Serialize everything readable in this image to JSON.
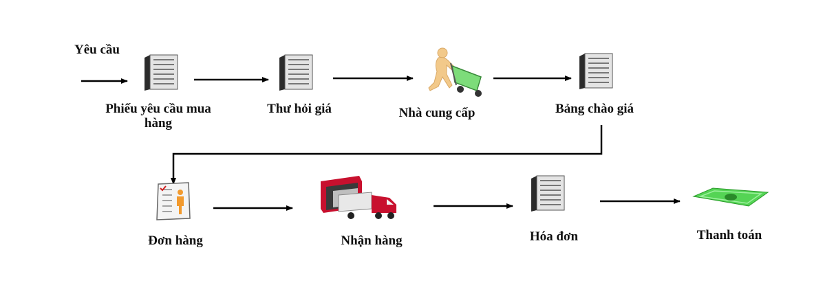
{
  "diagram": {
    "start_label": "Yêu cầu",
    "steps": [
      {
        "id": "purchase-request",
        "label": "Phiếu yêu cầu mua hàng",
        "icon": "document-icon"
      },
      {
        "id": "rfq",
        "label": "Thư hỏi giá",
        "icon": "document-icon"
      },
      {
        "id": "supplier",
        "label": "Nhà cung cấp",
        "icon": "person-cart-icon"
      },
      {
        "id": "quotation",
        "label": "Bảng chào giá",
        "icon": "document-icon"
      },
      {
        "id": "order",
        "label": "Đơn hàng",
        "icon": "order-form-icon"
      },
      {
        "id": "receiving",
        "label": "Nhận hàng",
        "icon": "delivery-truck-icon"
      },
      {
        "id": "invoice",
        "label": "Hóa đơn",
        "icon": "document-icon"
      },
      {
        "id": "payment",
        "label": "Thanh toán",
        "icon": "money-bill-icon"
      }
    ],
    "colors": {
      "text": "#111111",
      "arrow": "#000000",
      "document_dark": "#2b2b2b",
      "document_light": "#d9d9d9",
      "cart_green": "#7ddc7a",
      "person_tan": "#f2c98a",
      "truck_red": "#c8102e",
      "money_green": "#55d455"
    }
  }
}
